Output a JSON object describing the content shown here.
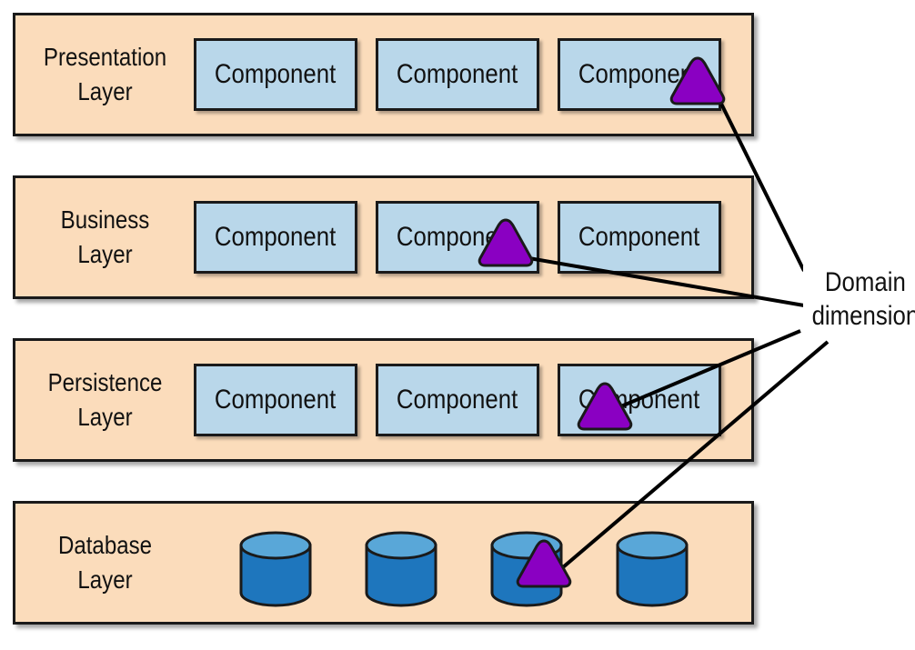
{
  "layers": [
    {
      "label": "Presentation\nLayer",
      "kind": "components",
      "components": [
        "Component",
        "Component",
        "Component"
      ]
    },
    {
      "label": "Business\nLayer",
      "kind": "components",
      "components": [
        "Component",
        "Component",
        "Component"
      ]
    },
    {
      "label": "Persistence\nLayer",
      "kind": "components",
      "components": [
        "Component",
        "Component",
        "Component"
      ]
    },
    {
      "label": "Database\nLayer",
      "kind": "databases",
      "database_count": 4
    }
  ],
  "callout": {
    "label": "Domain\ndimension"
  },
  "colors": {
    "layer_fill": "#fbdcbb",
    "component_fill": "#b9d7ea",
    "database_fill": "#1e76bd",
    "database_top": "#59a7d8",
    "marker_fill": "#8a00c2",
    "outline": "#1a1a1a"
  },
  "icons": {
    "marker": "triangle-icon",
    "database": "database-cylinder-icon"
  }
}
